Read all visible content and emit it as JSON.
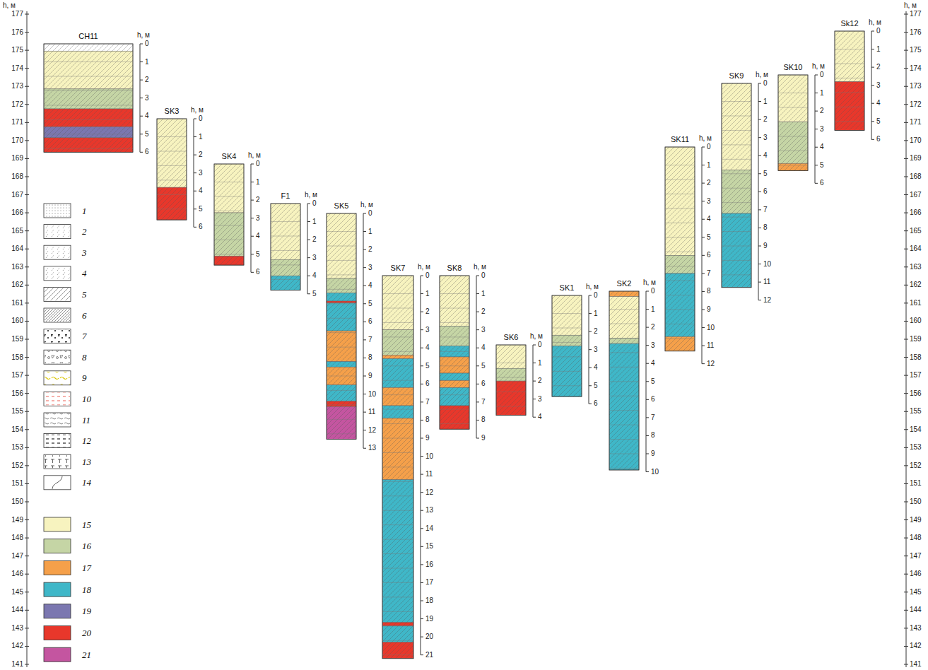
{
  "diagram": {
    "nodes": [
      {
        "text": [
          "CH11"
        ]
      },
      {
        "text": [
          "SK3"
        ]
      },
      {
        "text": [
          "SK4"
        ]
      },
      {
        "text": [
          "F1"
        ]
      },
      {
        "text": [
          "SK5"
        ]
      },
      {
        "text": [
          "SK7"
        ]
      },
      {
        "text": [
          "SK8"
        ]
      },
      {
        "text": [
          "SK6"
        ]
      },
      {
        "text": [
          "SK1"
        ]
      },
      {
        "text": [
          "SK2"
        ]
      },
      {
        "text": [
          "SK11"
        ]
      },
      {
        "text": [
          "SK9"
        ]
      },
      {
        "text": [
          "SK10"
        ]
      },
      {
        "text": [
          "Sk12"
        ]
      }
    ],
    "labels": [
      "h, м",
      "177",
      "176",
      "175",
      "174",
      "173",
      "172",
      "171",
      "170",
      "169",
      "168",
      "167",
      "166",
      "165",
      "164",
      "163",
      "162",
      "161",
      "160",
      "159",
      "158",
      "157",
      "156",
      "155",
      "154",
      "153",
      "152",
      "151",
      "150",
      "149",
      "148",
      "147",
      "146",
      "145",
      "144",
      "143",
      "142",
      "141",
      "h, м",
      "177",
      "176",
      "175",
      "174",
      "173",
      "172",
      "171",
      "170",
      "169",
      "168",
      "167",
      "166",
      "165",
      "164",
      "163",
      "162",
      "161",
      "160",
      "159",
      "158",
      "157",
      "156",
      "155",
      "154",
      "153",
      "152",
      "151",
      "150",
      "149",
      "148",
      "147",
      "146",
      "145",
      "144",
      "143",
      "142",
      "141",
      "h, м",
      "0",
      "1",
      "2",
      "3",
      "4",
      "5",
      "6",
      "h, м",
      "0",
      "1",
      "2",
      "3",
      "4",
      "5",
      "6",
      "h, м",
      "0",
      "1",
      "2",
      "3",
      "4",
      "5",
      "6",
      "h, м",
      "0",
      "1",
      "2",
      "3",
      "4",
      "5",
      "h, м",
      "0",
      "1",
      "2",
      "3",
      "4",
      "5",
      "6",
      "7",
      "8",
      "9",
      "10",
      "11",
      "12",
      "13",
      "h, м",
      "0",
      "1",
      "2",
      "3",
      "4",
      "5",
      "6",
      "7",
      "8",
      "9",
      "10",
      "11",
      "12",
      "13",
      "14",
      "15",
      "16",
      "17",
      "18",
      "19",
      "20",
      "21",
      "h, м",
      "0",
      "1",
      "2",
      "3",
      "4",
      "5",
      "6",
      "7",
      "8",
      "9",
      "h, м",
      "0",
      "1",
      "2",
      "3",
      "4",
      "h, м",
      "0",
      "1",
      "2",
      "3",
      "4",
      "5",
      "6",
      "h, м",
      "0",
      "1",
      "2",
      "3",
      "4",
      "5",
      "6",
      "7",
      "8",
      "9",
      "10",
      "h, м",
      "0",
      "1",
      "2",
      "3",
      "4",
      "5",
      "6",
      "7",
      "8",
      "9",
      "10",
      "11",
      "12",
      "h, м",
      "0",
      "1",
      "2",
      "3",
      "4",
      "5",
      "6",
      "7",
      "8",
      "9",
      "10",
      "11",
      "12",
      "h, м",
      "0",
      "1",
      "2",
      "3",
      "4",
      "5",
      "6",
      "h, м",
      "0",
      "1",
      "2",
      "3",
      "4",
      "5",
      "6"
    ],
    "legend": [
      {
        "text": "1"
      },
      {
        "text": "2"
      },
      {
        "text": "3"
      },
      {
        "text": "4"
      },
      {
        "text": "5"
      },
      {
        "text": "6"
      },
      {
        "text": "7"
      },
      {
        "text": "8"
      },
      {
        "text": "9"
      },
      {
        "text": "10"
      },
      {
        "text": "11"
      },
      {
        "text": "12"
      },
      {
        "text": "13"
      },
      {
        "text": "14"
      },
      {
        "text": "15",
        "color": "#f7f3bf"
      },
      {
        "text": "16",
        "color": "#c5d5a5"
      },
      {
        "text": "17",
        "color": "#f5a04a"
      },
      {
        "text": "18",
        "color": "#3fb7c8"
      },
      {
        "text": "19",
        "color": "#7b77b0"
      },
      {
        "text": "20",
        "color": "#e8372b"
      },
      {
        "text": "21",
        "color": "#c455a0"
      }
    ]
  }
}
